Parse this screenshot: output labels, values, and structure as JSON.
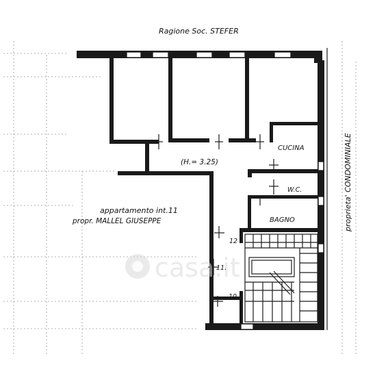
{
  "labels": {
    "neighbor_top": "Ragione Soc. STEFER",
    "neighbor_right": "proprieta' CONDOMINIALE",
    "height": "(H.= 3.25)",
    "kitchen": "CUCINA",
    "wc": "W.C.",
    "bath": "BAGNO",
    "apartment_line1": "appartamento int.11",
    "apartment_line2": "propr. MALLEL GIUSEPPE",
    "step_12": "12",
    "step_11": "11.",
    "step_10": "10"
  },
  "watermark": "casa.it",
  "colors": {
    "line": "#1a1a1a",
    "paper": "#ffffff"
  }
}
